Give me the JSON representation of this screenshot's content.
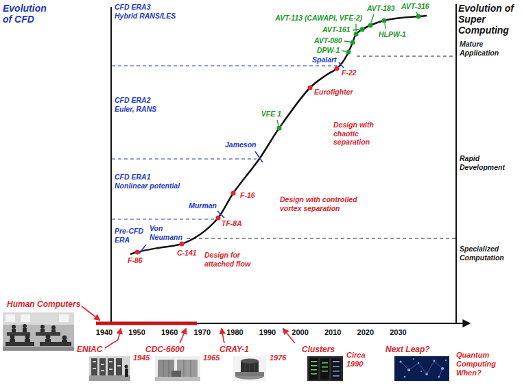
{
  "diagram": {
    "labels": [
      "Evolution of CFD",
      "CFD ERA3",
      "Hybrid RANS/LES",
      "AVT-183",
      "AVT-316",
      "Evolution of Super Computing",
      "AVT-113 (CAWAPI, VFE-2)",
      "AVT-161",
      "HLPW-1",
      "AVT-080",
      "Mature Application",
      "DPW-1",
      "Spalart",
      "F-22",
      "Eurofighter",
      "CFD ERA2",
      "Euler, RANS",
      "VFE 1",
      "Design with chaotic separation",
      "Jameson",
      "Rapid Development",
      "CFD ERA1",
      "Nonlinear potential",
      "F-16",
      "Design with controlled vortex separation",
      "Murman",
      "TF-8A",
      "Pre-CFD ERA",
      "Von Neumann",
      "Specialized Computation",
      "C-141",
      "Design for attached flow",
      "F-86",
      "Human Computers",
      "1940",
      "1950",
      "1960",
      "1970",
      "1980",
      "1990",
      "2000",
      "2010",
      "2020",
      "2030",
      "ENIAC",
      "1945",
      "CDC-6600",
      "1965",
      "CRAY-1",
      "1976",
      "Clusters",
      "Circa 1990",
      "Next Leap?",
      "Quantum Computing When?"
    ]
  }
}
